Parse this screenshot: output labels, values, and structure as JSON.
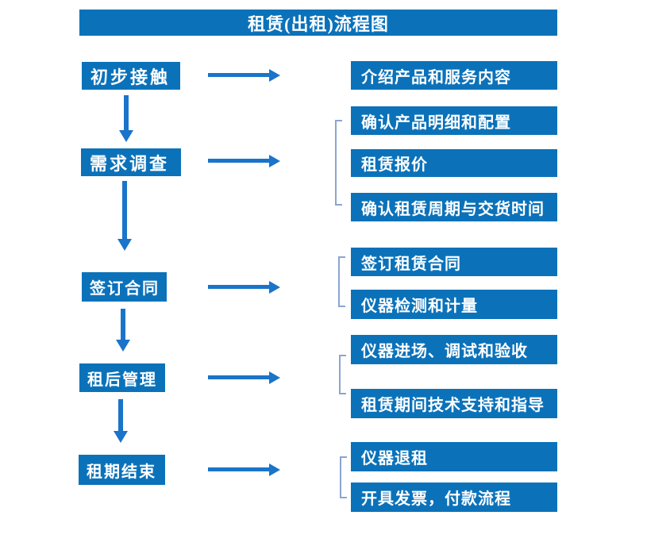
{
  "title": "租赁(出租)流程图",
  "colors": {
    "box_blue": "#0b72ba",
    "arrow_blue": "#1a74c9",
    "bracket_blue": "#8aa5d2",
    "text_white": "#ffffff",
    "background": "#ffffff"
  },
  "diagram": {
    "type": "flowchart",
    "direction": "top-to-bottom",
    "stages": [
      {
        "label": "初步接触",
        "details": [
          "介绍产品和服务内容"
        ]
      },
      {
        "label": "需求调查",
        "details": [
          "确认产品明细和配置",
          "租赁报价",
          "确认租赁周期与交货时间"
        ]
      },
      {
        "label": "签订合同",
        "details": [
          "签订租赁合同",
          "仪器检测和计量"
        ]
      },
      {
        "label": "租后管理",
        "details": [
          "仪器进场、调试和验收",
          "租赁期间技术支持和指导"
        ]
      },
      {
        "label": "租期结束",
        "details": [
          "仪器退租",
          "开具发票，付款流程"
        ]
      }
    ]
  }
}
